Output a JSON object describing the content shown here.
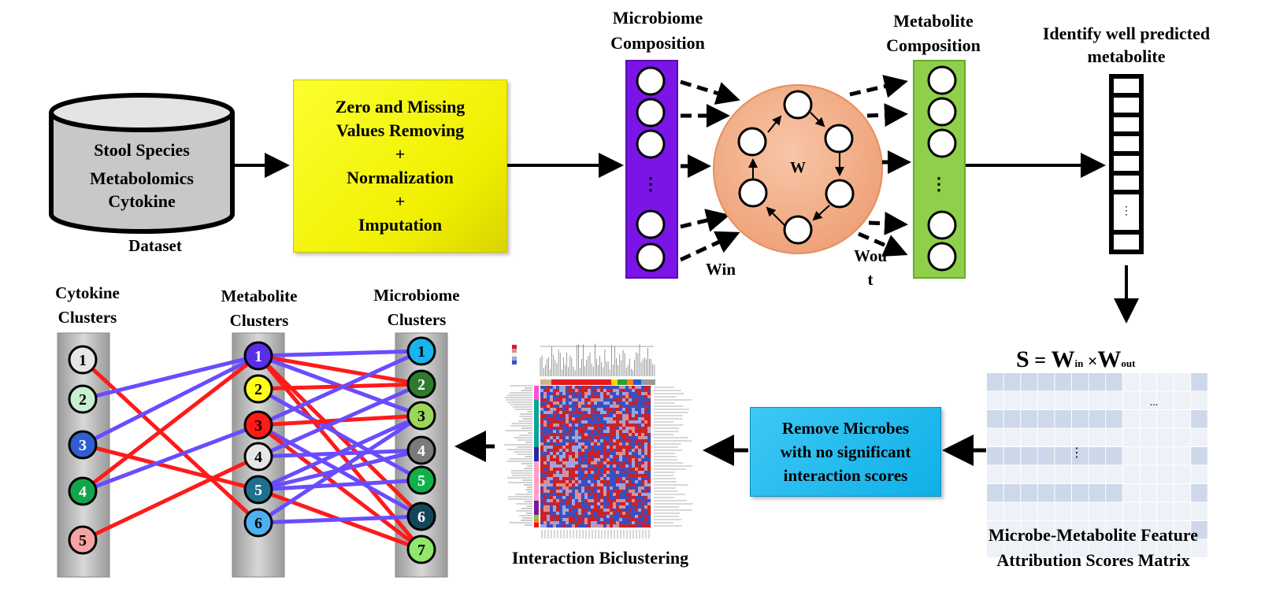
{
  "dataset": {
    "lines": [
      "Stool Species",
      "Metabolomics",
      "Cytokine"
    ],
    "caption": "Dataset"
  },
  "preprocessing": {
    "lines": [
      "Zero and Missing",
      "Values Removing",
      "+",
      "Normalization",
      "+",
      "Imputation"
    ]
  },
  "microbiome_composition": {
    "title_line1": "Microbiome",
    "title_line2": "Composition",
    "ellipsis": "⋮"
  },
  "metabolite_composition": {
    "title_line1": "Metabolite",
    "title_line2": "Composition",
    "ellipsis": "⋮"
  },
  "network": {
    "center_label": "W",
    "win_label": "Win",
    "wout_label_line1": "Wou",
    "wout_label_line2": "t"
  },
  "identify": {
    "title_line1": "Identify well predicted",
    "title_line2": "metabolite",
    "ellipsis": "⋮"
  },
  "score_formula": {
    "s": "S",
    "eq": " = ",
    "w1": "W",
    "sub1": "in",
    "times": " ×",
    "w2": "W",
    "sub2": "out"
  },
  "score_matrix": {
    "caption_line1": "Microbe-Metabolite Feature",
    "caption_line2": "Attribution Scores Matrix",
    "hdots": "...",
    "vdots": "⋮"
  },
  "remove_box": {
    "lines": [
      "Remove Microbes",
      "with no significant",
      "interaction scores"
    ]
  },
  "biclustering": {
    "caption": "Interaction Biclustering"
  },
  "clusters": {
    "cytokine": {
      "title_line1": "Cytokine",
      "title_line2": "Clusters",
      "nodes": [
        "1",
        "2",
        "3",
        "4",
        "5"
      ]
    },
    "metabolite": {
      "title_line1": "Metabolite",
      "title_line2": "Clusters",
      "nodes": [
        "1",
        "2",
        "3",
        "4",
        "5",
        "6"
      ]
    },
    "microbiome": {
      "title_line1": "Microbiome",
      "title_line2": "Clusters",
      "nodes": [
        "1",
        "2",
        "3",
        "4",
        "5",
        "6",
        "7"
      ]
    }
  },
  "colors": {
    "microbiome_bar": "#7b14e6",
    "metabolite_bar": "#8fcf4a",
    "network_circle": "#f4b18d",
    "prep_box": "#f7f21a",
    "remove_box": "#1ab8ee",
    "positive_link": "#ff1a1a",
    "negative_link": "#6a4cff",
    "cytokine_nodes": [
      "#e6e6e6",
      "#c7f0cf",
      "#2f5fcf",
      "#14a44a",
      "#f6a3a3"
    ],
    "metabolite_nodes": [
      "#5a2ee6",
      "#ffff1a",
      "#ff1a1a",
      "#e6e6e6",
      "#1f6f8f",
      "#4fb0ef"
    ],
    "microbiome_nodes": [
      "#19b4f0",
      "#2f7a2f",
      "#9ad65a",
      "#7a7a7a",
      "#12b04a",
      "#14465a",
      "#8fe86a"
    ]
  },
  "links": {
    "cyto_meta": [
      {
        "from": 1,
        "to": 6,
        "type": "positive"
      },
      {
        "from": 2,
        "to": 1,
        "type": "negative"
      },
      {
        "from": 3,
        "to": 5,
        "type": "positive"
      },
      {
        "from": 3,
        "to": 1,
        "type": "negative"
      },
      {
        "from": 4,
        "to": 1,
        "type": "positive"
      },
      {
        "from": 4,
        "to": 3,
        "type": "negative"
      },
      {
        "from": 5,
        "to": 4,
        "type": "positive"
      }
    ],
    "meta_micro": [
      {
        "from": 1,
        "to": 1,
        "type": "negative"
      },
      {
        "from": 1,
        "to": 2,
        "type": "positive"
      },
      {
        "from": 1,
        "to": 3,
        "type": "negative"
      },
      {
        "from": 1,
        "to": 6,
        "type": "positive"
      },
      {
        "from": 1,
        "to": 7,
        "type": "positive"
      },
      {
        "from": 2,
        "to": 2,
        "type": "positive"
      },
      {
        "from": 2,
        "to": 5,
        "type": "negative"
      },
      {
        "from": 3,
        "to": 1,
        "type": "negative"
      },
      {
        "from": 3,
        "to": 3,
        "type": "positive"
      },
      {
        "from": 3,
        "to": 6,
        "type": "negative"
      },
      {
        "from": 3,
        "to": 7,
        "type": "positive"
      },
      {
        "from": 4,
        "to": 2,
        "type": "negative"
      },
      {
        "from": 4,
        "to": 4,
        "type": "negative"
      },
      {
        "from": 5,
        "to": 3,
        "type": "negative"
      },
      {
        "from": 5,
        "to": 4,
        "type": "negative"
      },
      {
        "from": 5,
        "to": 5,
        "type": "negative"
      },
      {
        "from": 5,
        "to": 7,
        "type": "positive"
      },
      {
        "from": 6,
        "to": 3,
        "type": "negative"
      },
      {
        "from": 6,
        "to": 6,
        "type": "negative"
      }
    ]
  }
}
